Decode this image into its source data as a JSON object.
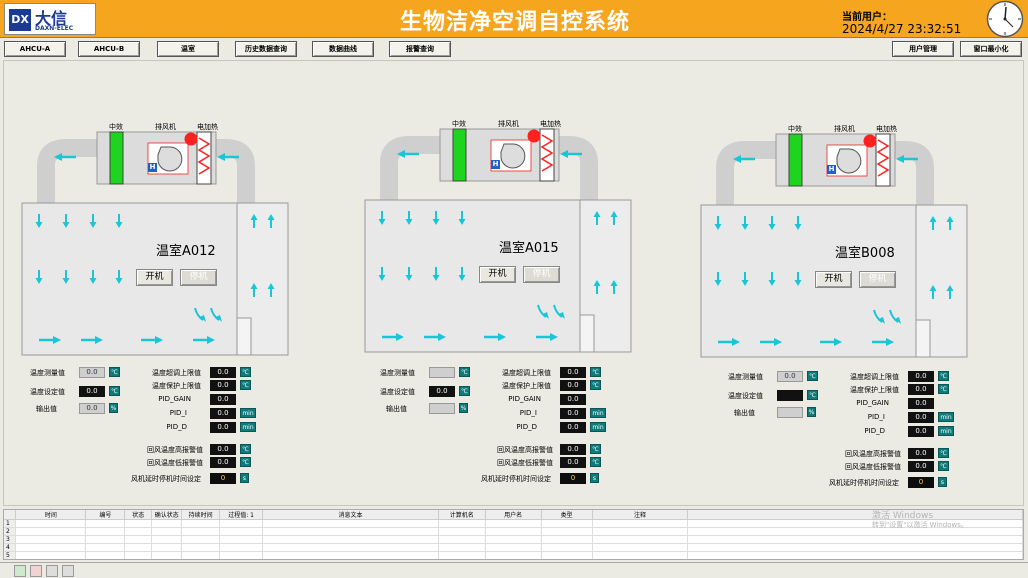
{
  "header": {
    "logo_mark": "DX",
    "logo_cn": "大信",
    "logo_en": "DAXN-ELEC",
    "title": "生物洁净空调自控系统",
    "user_label": "当前用户：",
    "datetime": "2024/4/27 23:32:51",
    "bg_color": "#f6a51e"
  },
  "nav": {
    "ahcu_a": "AHCU-A",
    "ahcu_b": "AHCU-B",
    "greenhouse": "温室",
    "history": "历史数据查询",
    "curve": "数据曲线",
    "alarm": "报警查询",
    "user_mgmt": "用户管理",
    "minimize": "窗口最小化"
  },
  "units": [
    {
      "name": "温室A012",
      "filter_label": "中效",
      "fan_label": "排风机",
      "heater_label": "电加热",
      "h_badge": "H",
      "start_btn": "开机",
      "stop_btn": "停机",
      "temp_measure_label": "温度测量值",
      "temp_measure_value": "0.0",
      "temp_set_label": "温度设定值",
      "temp_set_value": "0.0",
      "output_label": "输出值",
      "output_value": "0.0",
      "unit_c": "℃",
      "unit_pct": "%",
      "unit_min": "min",
      "upper_adj_label": "温度超调上限值",
      "upper_adj_value": "0.0",
      "protect_label": "温度保护上限值",
      "protect_value": "0.0",
      "pid_gain_label": "PID_GAIN",
      "pid_gain_value": "0.0",
      "pid_i_label": "PID_I",
      "pid_i_value": "0.0",
      "pid_d_label": "PID_D",
      "pid_d_value": "0.0",
      "return_high_label": "回风温度高报警值",
      "return_high_value": "0.0",
      "return_low_label": "回风温度低报警值",
      "return_low_value": "0.0",
      "fan_delay_label": "风机延时停机时间设定",
      "fan_delay_value": "0",
      "fan_delay_unit": "s"
    },
    {
      "name": "温室A015",
      "filter_label": "中效",
      "fan_label": "排风机",
      "heater_label": "电加热",
      "h_badge": "H",
      "start_btn": "开机",
      "stop_btn": "停机",
      "temp_measure_label": "温度测量值",
      "temp_measure_value": "",
      "temp_set_label": "温度设定值",
      "temp_set_value": "0.0",
      "output_label": "输出值",
      "output_value": "",
      "unit_c": "℃",
      "unit_pct": "%",
      "unit_min": "min",
      "upper_adj_label": "温度超调上限值",
      "upper_adj_value": "0.0",
      "protect_label": "温度保护上限值",
      "protect_value": "0.0",
      "pid_gain_label": "PID_GAIN",
      "pid_gain_value": "0.0",
      "pid_i_label": "PID_I",
      "pid_i_value": "0.0",
      "pid_d_label": "PID_D",
      "pid_d_value": "0.0",
      "return_high_label": "回风温度高报警值",
      "return_high_value": "0.0",
      "return_low_label": "回风温度低报警值",
      "return_low_value": "0.0",
      "fan_delay_label": "风机延时停机时间设定",
      "fan_delay_value": "0",
      "fan_delay_unit": "s"
    },
    {
      "name": "温室B008",
      "filter_label": "中效",
      "fan_label": "排风机",
      "heater_label": "电加热",
      "h_badge": "H",
      "start_btn": "开机",
      "stop_btn": "停机",
      "temp_measure_label": "温度测量值",
      "temp_measure_value": "0.0",
      "temp_set_label": "温度设定值",
      "temp_set_value": "",
      "output_label": "输出值",
      "output_value": "",
      "unit_c": "℃",
      "unit_pct": "%",
      "unit_min": "min",
      "upper_adj_label": "温度超调上限值",
      "upper_adj_value": "0.0",
      "protect_label": "温度保护上限值",
      "protect_value": "0.0",
      "pid_gain_label": "PID_GAIN",
      "pid_gain_value": "0.0",
      "pid_i_label": "PID_I",
      "pid_i_value": "0.0",
      "pid_d_label": "PID_D",
      "pid_d_value": "0.0",
      "return_high_label": "回风温度高报警值",
      "return_high_value": "0.0",
      "return_low_label": "回风温度低报警值",
      "return_low_value": "0.0",
      "fan_delay_label": "风机延时停机时间设定",
      "fan_delay_value": "0",
      "fan_delay_unit": "s"
    }
  ],
  "events": {
    "columns": [
      "时间",
      "编号",
      "状态",
      "确认状态",
      "持续时间",
      "过程值: 1",
      "消息文本",
      "计算机名",
      "用户名",
      "类型",
      "注释"
    ],
    "rows": [
      "1",
      "2",
      "3",
      "4",
      "5"
    ]
  },
  "watermark": {
    "line1": "激活 Windows",
    "line2": "转到\"设置\"以激活 Windows。"
  },
  "colors": {
    "arrow": "#18c6d6",
    "filter": "#1ed41e",
    "heater": "#ff2020",
    "teal_unit": "#0e7a7a"
  }
}
